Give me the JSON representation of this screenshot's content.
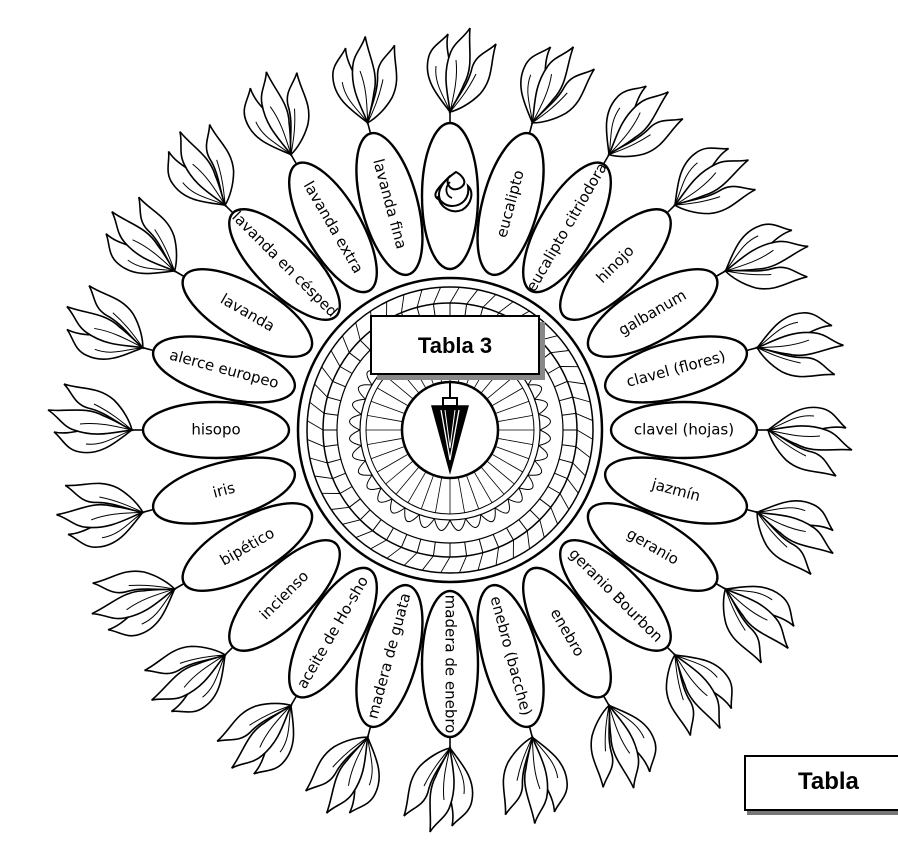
{
  "title": "Tabla 3",
  "corner_title": "Tabla",
  "pendulum_icon": "pendulum-icon",
  "flame_icon": "flame-icon",
  "petals": [
    "eucalipto",
    "eucalipto citriodora",
    "hinojo",
    "galbanum",
    "clavel (flores)",
    "clavel (hojas)",
    "jazmín",
    "geranio",
    "geranio Bourbon",
    "enebro",
    "enebro (bacche)",
    "madera de enebro",
    "madera de guata",
    "aceite de Ho-sho",
    "incienso",
    "bipético",
    "iris",
    "hisopo",
    "alerce europeo",
    "lavanda",
    "lavanda en césped",
    "lavanda extra",
    "lavanda fina"
  ]
}
